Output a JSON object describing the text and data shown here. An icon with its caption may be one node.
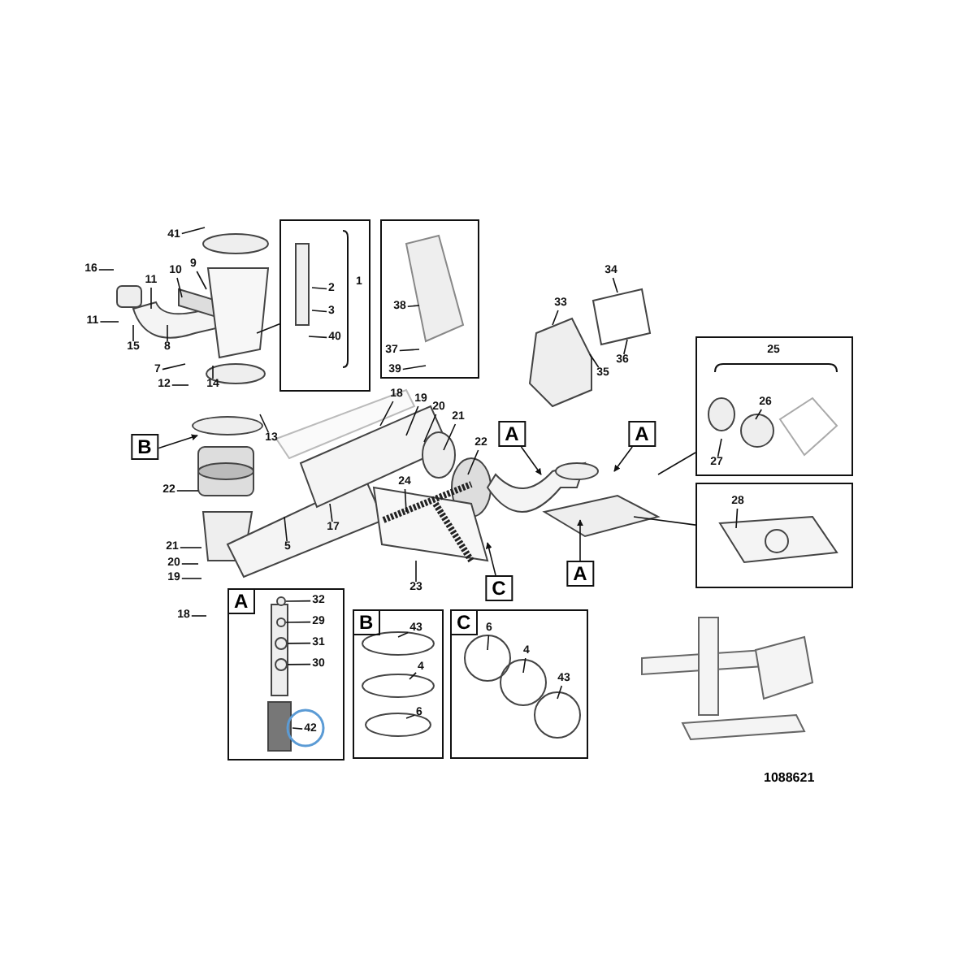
{
  "diagram": {
    "nodes": [
      {
        "text": [],
        "shape": "box"
      },
      {
        "text": [
          "1"
        ],
        "in": 0
      },
      {
        "text": [
          "2"
        ],
        "in": 0
      },
      {
        "text": [
          "3"
        ],
        "in": 0
      },
      {
        "text": [
          "40"
        ],
        "in": 0
      },
      {
        "text": [],
        "shape": "box"
      },
      {
        "text": [
          "38"
        ],
        "in": 5
      },
      {
        "text": [
          "37"
        ],
        "in": 5
      },
      {
        "text": [
          "39"
        ],
        "in": 5
      },
      {
        "text": [
          "41"
        ]
      },
      {
        "text": [
          "16"
        ]
      },
      {
        "text": [
          "10"
        ]
      },
      {
        "text": [
          "9"
        ]
      },
      {
        "text": [
          "11"
        ]
      },
      {
        "text": [
          "11"
        ]
      },
      {
        "text": [
          "15"
        ]
      },
      {
        "text": [
          "8"
        ]
      },
      {
        "text": [
          "7"
        ]
      },
      {
        "text": [
          "12"
        ]
      },
      {
        "text": [
          "14"
        ]
      },
      {
        "text": [
          "13"
        ]
      },
      {
        "text": [
          "18"
        ]
      },
      {
        "text": [
          "19"
        ]
      },
      {
        "text": [
          "20"
        ]
      },
      {
        "text": [
          "21"
        ]
      },
      {
        "text": [
          "22"
        ]
      },
      {
        "text": [
          "22"
        ]
      },
      {
        "text": [
          "21"
        ]
      },
      {
        "text": [
          "5"
        ]
      },
      {
        "text": [
          "17"
        ]
      },
      {
        "text": [
          "20"
        ]
      },
      {
        "text": [
          "19"
        ]
      },
      {
        "text": [
          "18"
        ]
      },
      {
        "text": [
          "24"
        ]
      },
      {
        "text": [
          "23"
        ]
      },
      {
        "text": [
          "33"
        ]
      },
      {
        "text": [
          "34"
        ]
      },
      {
        "text": [
          "35"
        ]
      },
      {
        "text": [
          "36"
        ]
      },
      {
        "text": [
          "B"
        ]
      },
      {
        "text": [
          "A"
        ]
      },
      {
        "text": [
          "A"
        ]
      },
      {
        "text": [
          "A"
        ]
      },
      {
        "text": [
          "C"
        ]
      },
      {
        "text": [],
        "shape": "box"
      },
      {
        "text": [
          "25"
        ],
        "in": 44
      },
      {
        "text": [
          "26"
        ],
        "in": 44
      },
      {
        "text": [
          "27"
        ],
        "in": 44
      },
      {
        "text": [],
        "shape": "box"
      },
      {
        "text": [
          "28"
        ],
        "in": 48
      },
      {
        "text": [
          "A"
        ]
      },
      {
        "text": [
          "32"
        ],
        "in": 50
      },
      {
        "text": [
          "29"
        ],
        "in": 50
      },
      {
        "text": [
          "31"
        ],
        "in": 50
      },
      {
        "text": [
          "30"
        ],
        "in": 50
      },
      {
        "text": [
          "42"
        ],
        "in": 50
      },
      {
        "text": [
          "B"
        ]
      },
      {
        "text": [
          "43"
        ],
        "in": 56
      },
      {
        "text": [
          "4"
        ],
        "in": 56
      },
      {
        "text": [
          "6"
        ],
        "in": 56
      },
      {
        "text": [
          "C"
        ]
      },
      {
        "text": [
          "6"
        ],
        "in": 60
      },
      {
        "text": [
          "4"
        ],
        "in": 60
      },
      {
        "text": [
          "43"
        ],
        "in": 60
      },
      {
        "text": [],
        "shape": "circle"
      },
      {
        "text": [],
        "shape": "circle",
        "in": 50
      },
      {
        "text": [],
        "shape": "circle",
        "in": 50
      },
      {
        "text": [],
        "shape": "circle",
        "in": 50
      },
      {
        "text": [],
        "shape": "circle",
        "in": 50
      }
    ],
    "edges": [
      {
        "from": 0,
        "to": null,
        "arrow": "none"
      },
      {
        "from": 2,
        "to": null,
        "arrow": "none"
      },
      {
        "from": 3,
        "to": null,
        "arrow": "none"
      },
      {
        "from": 4,
        "to": null,
        "arrow": "none"
      },
      {
        "from": 6,
        "to": null,
        "arrow": "none"
      },
      {
        "from": 7,
        "to": null,
        "arrow": "none"
      },
      {
        "from": 8,
        "to": null,
        "arrow": "none"
      },
      {
        "from": 9,
        "to": null,
        "arrow": "none"
      },
      {
        "from": 10,
        "to": null,
        "arrow": "none"
      },
      {
        "from": 11,
        "to": null,
        "arrow": "none"
      },
      {
        "from": 12,
        "to": null,
        "arrow": "none"
      },
      {
        "from": 13,
        "to": null,
        "arrow": "none"
      },
      {
        "from": 14,
        "to": null,
        "arrow": "none"
      },
      {
        "from": 15,
        "to": null,
        "arrow": "none"
      },
      {
        "from": 16,
        "to": null,
        "arrow": "none"
      },
      {
        "from": 17,
        "to": null,
        "arrow": "none"
      },
      {
        "from": 18,
        "to": null,
        "arrow": "none"
      },
      {
        "from": 19,
        "to": null,
        "arrow": "none"
      },
      {
        "from": 20,
        "to": null,
        "arrow": "none"
      },
      {
        "from": 21,
        "to": null,
        "arrow": "none"
      },
      {
        "from": 22,
        "to": null,
        "arrow": "none"
      },
      {
        "from": 23,
        "to": null,
        "arrow": "none"
      },
      {
        "from": 24,
        "to": null,
        "arrow": "none"
      },
      {
        "from": 25,
        "to": null,
        "arrow": "none"
      },
      {
        "from": 26,
        "to": null,
        "arrow": "none"
      },
      {
        "from": 27,
        "to": null,
        "arrow": "none"
      },
      {
        "from": 28,
        "to": null,
        "arrow": "none"
      },
      {
        "from": 29,
        "to": null,
        "arrow": "none"
      },
      {
        "from": 30,
        "to": null,
        "arrow": "none"
      },
      {
        "from": 31,
        "to": null,
        "arrow": "none"
      },
      {
        "from": 32,
        "to": null,
        "arrow": "none"
      },
      {
        "from": 33,
        "to": null,
        "arrow": "none"
      },
      {
        "from": 34,
        "to": null,
        "arrow": "none"
      },
      {
        "from": 35,
        "to": null,
        "arrow": "none"
      },
      {
        "from": 36,
        "to": null,
        "arrow": "none"
      },
      {
        "from": 37,
        "to": null,
        "arrow": "none"
      },
      {
        "from": 38,
        "to": null,
        "arrow": "none"
      },
      {
        "from": 39,
        "to": 64,
        "arrow": "to"
      },
      {
        "from": 40,
        "to": null,
        "arrow": "to"
      },
      {
        "from": 41,
        "to": null,
        "arrow": "to"
      },
      {
        "from": 42,
        "to": null,
        "arrow": "to"
      },
      {
        "from": 43,
        "to": null,
        "arrow": "to"
      },
      {
        "from": 44,
        "to": null,
        "arrow": "none"
      },
      {
        "from": 46,
        "to": null,
        "arrow": "none"
      },
      {
        "from": 47,
        "to": null,
        "arrow": "none"
      },
      {
        "from": 48,
        "to": null,
        "arrow": "none"
      },
      {
        "from": 49,
        "to": null,
        "arrow": "none"
      },
      {
        "from": 51,
        "to": 65,
        "arrow": "none"
      },
      {
        "from": 52,
        "to": 66,
        "arrow": "none"
      },
      {
        "from": 53,
        "to": 67,
        "arrow": "none"
      },
      {
        "from": 54,
        "to": 68,
        "arrow": "none"
      },
      {
        "from": 55,
        "to": null,
        "arrow": "none"
      },
      {
        "from": 57,
        "to": null,
        "arrow": "none"
      },
      {
        "from": 58,
        "to": null,
        "arrow": "none"
      },
      {
        "from": 59,
        "to": null,
        "arrow": "none"
      },
      {
        "from": 61,
        "to": null,
        "arrow": "none"
      },
      {
        "from": 62,
        "to": null,
        "arrow": "none"
      },
      {
        "from": 63,
        "to": null,
        "arrow": "none"
      }
    ],
    "labels": [
      "1088621"
    ]
  }
}
